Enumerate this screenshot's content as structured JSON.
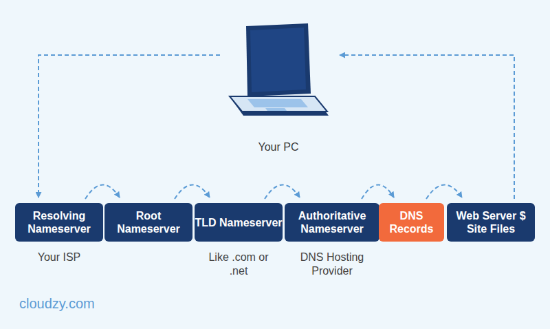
{
  "diagram": {
    "nodes": [
      {
        "text": [
          "Your PC"
        ]
      },
      {
        "text": [
          "Resolving Nameserver"
        ]
      },
      {
        "text": [
          "Root Nameserver"
        ]
      },
      {
        "text": [
          "TLD Nameserver"
        ]
      },
      {
        "text": [
          "Authoritative Nameserver"
        ]
      },
      {
        "text": [
          "DNS Records"
        ]
      },
      {
        "text": [
          "Web Server $ Site Files"
        ]
      }
    ],
    "edges": [
      {
        "from": 0,
        "to": 1,
        "arrow": "to"
      },
      {
        "from": 1,
        "to": 2,
        "arrow": "to"
      },
      {
        "from": 2,
        "to": 3,
        "arrow": "to"
      },
      {
        "from": 3,
        "to": 4,
        "arrow": "to"
      },
      {
        "from": 4,
        "to": 5,
        "arrow": "to"
      },
      {
        "from": 5,
        "to": 6,
        "arrow": "to"
      },
      {
        "from": 6,
        "to": 0,
        "arrow": "to"
      }
    ],
    "labels": [
      "Your ISP",
      "Like .com or .net",
      "DNS Hosting Provider",
      "cloudzy.com"
    ]
  }
}
